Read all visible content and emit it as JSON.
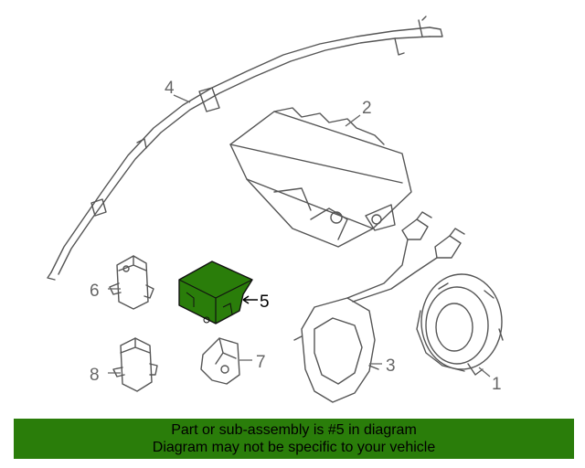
{
  "diagram": {
    "callouts": [
      {
        "id": "1",
        "label": "1"
      },
      {
        "id": "2",
        "label": "2"
      },
      {
        "id": "3",
        "label": "3"
      },
      {
        "id": "4",
        "label": "4"
      },
      {
        "id": "5",
        "label": "5"
      },
      {
        "id": "6",
        "label": "6"
      },
      {
        "id": "7",
        "label": "7"
      },
      {
        "id": "8",
        "label": "8"
      }
    ],
    "highlight_color": "#2a7d0a",
    "line_color": "#555555"
  },
  "footer": {
    "line1": "Part or sub-assembly is #5 in diagram",
    "line2": "Diagram may not be specific to your vehicle",
    "background": "#2a7d0a"
  }
}
